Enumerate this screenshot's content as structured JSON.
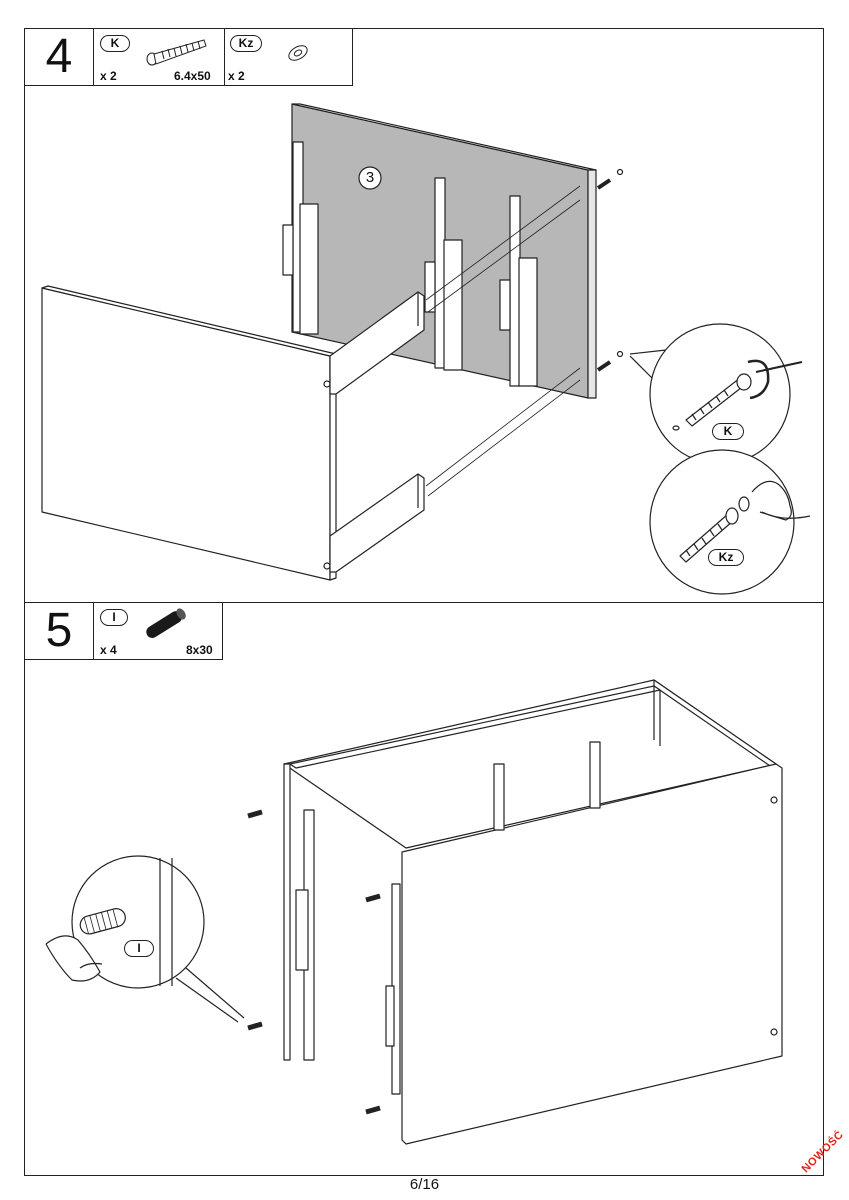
{
  "step4": {
    "number": "4",
    "parts": [
      {
        "code": "K",
        "qty": "x 2",
        "size": "6.4x50"
      },
      {
        "code": "Kz",
        "qty": "x 2"
      }
    ],
    "panel_label": "3",
    "callouts": {
      "top": "K",
      "bottom": "Kz"
    }
  },
  "step5": {
    "number": "5",
    "parts": [
      {
        "code": "I",
        "qty": "x 4",
        "size": "8x30"
      }
    ],
    "callout": "I"
  },
  "footer": {
    "page": "6/16",
    "badge": "NOWOŚĆ"
  },
  "colors": {
    "panel_gray": "#b7b7b7",
    "line": "#222222",
    "badge_red": "#e2231a"
  }
}
